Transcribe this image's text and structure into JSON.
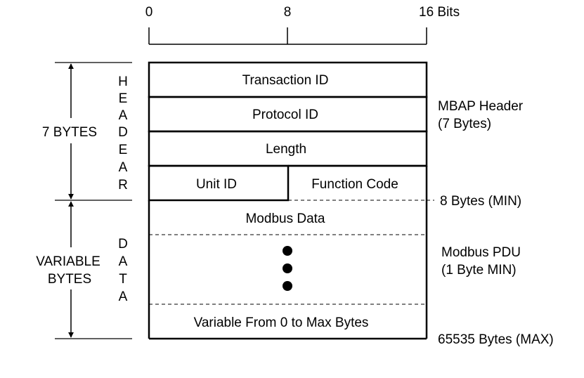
{
  "bit_scale": {
    "ticks": [
      "0",
      "8",
      "16 Bits"
    ]
  },
  "header_section": {
    "size_label": "7 BYTES",
    "side_letters": [
      "H",
      "E",
      "A",
      "D",
      "E",
      "A",
      "R"
    ]
  },
  "data_section": {
    "size_label_lines": [
      "VARIABLE",
      "BYTES"
    ],
    "side_letters": [
      "D",
      "A",
      "T",
      "A"
    ]
  },
  "fields": {
    "transaction_id": "Transaction ID",
    "protocol_id": "Protocol ID",
    "length": "Length",
    "unit_id": "Unit ID",
    "function_code": "Function Code",
    "modbus_data": "Modbus Data",
    "variable_range": "Variable From 0 to Max Bytes"
  },
  "annotations": {
    "mbap_header": [
      "MBAP Header",
      "(7 Bytes)"
    ],
    "min_size": "8 Bytes (MIN)",
    "modbus_pdu": [
      "Modbus PDU",
      "(1 Byte MIN)"
    ],
    "max_size": "65535 Bytes (MAX)"
  },
  "colors": {
    "ink": "#000000",
    "background": "#ffffff"
  }
}
